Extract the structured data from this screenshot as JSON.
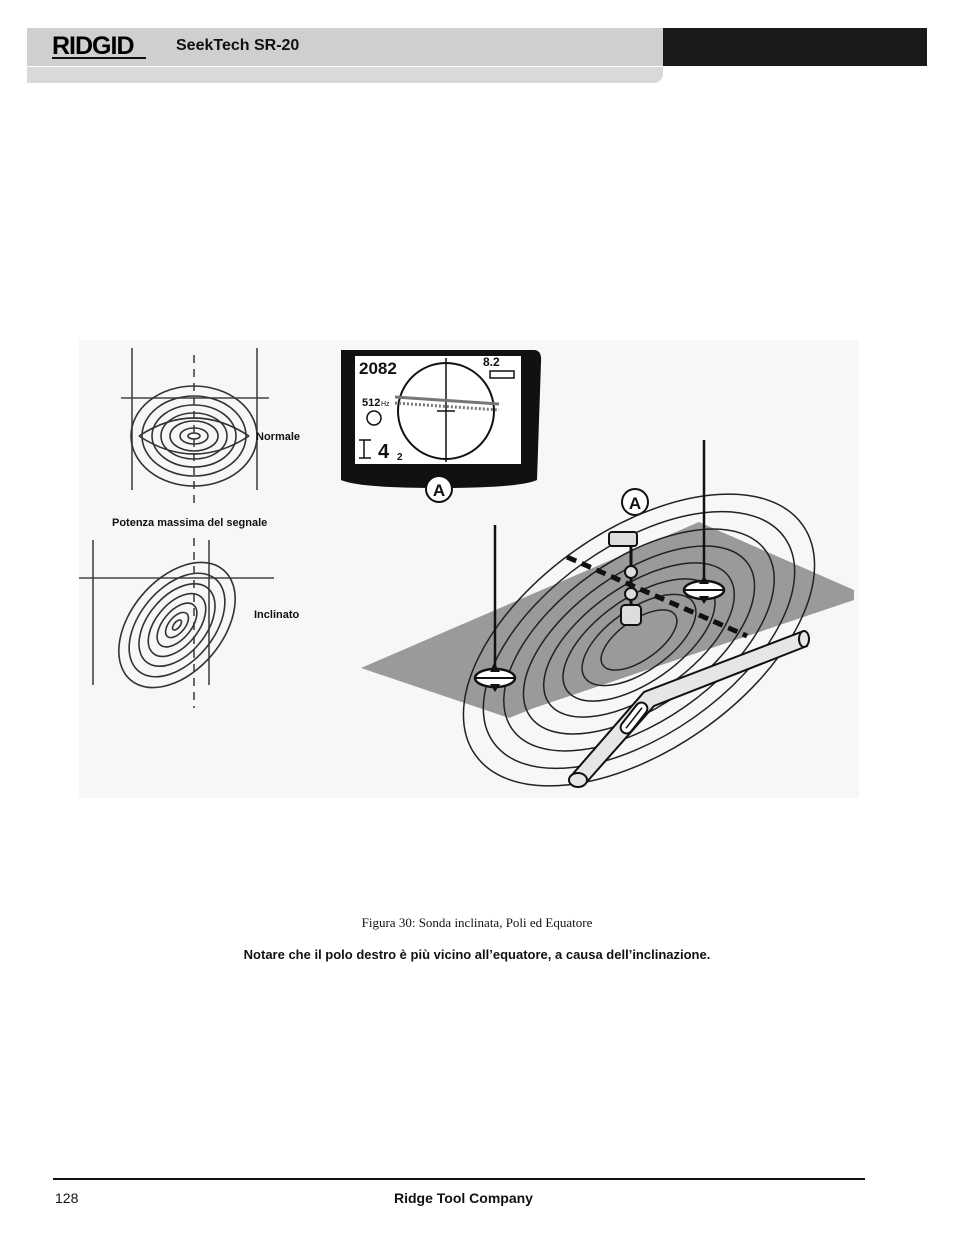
{
  "header": {
    "brand": "RIDGID",
    "model": "SeekTech SR-20"
  },
  "figure": {
    "labels": {
      "normal": "Normale",
      "max_signal": "Potenza massima del segnale",
      "inclined": "Inclinato",
      "marker_a_display": "A",
      "marker_a_scene": "A"
    },
    "display": {
      "signal": "2082",
      "angle": "8.2",
      "frequency": "512",
      "frequency_unit": "Hz",
      "depth_feet": "4",
      "depth_inches": "2"
    }
  },
  "caption": "Figura 30: Sonda inclinata, Poli ed Equatore",
  "note": "Notare che il polo destro è più vicino all’equatore, a causa dell’inclinazione.",
  "footer": {
    "page_number": "128",
    "company": "Ridge Tool Company"
  }
}
